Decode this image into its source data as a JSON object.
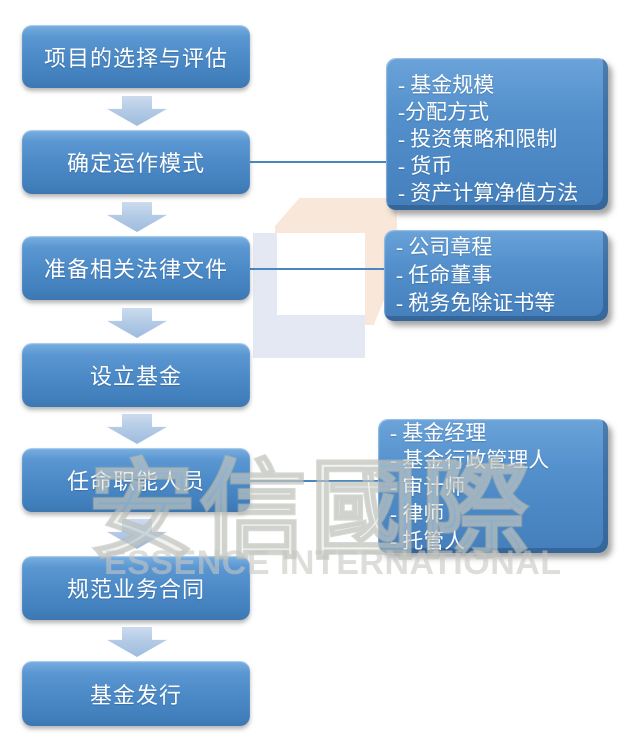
{
  "flowchart": {
    "steps": [
      {
        "label": "项目的选择与评估"
      },
      {
        "label": "确定运作模式"
      },
      {
        "label": "准备相关法律文件"
      },
      {
        "label": "设立基金"
      },
      {
        "label": "任命职能人员"
      },
      {
        "label": "规范业务合同"
      },
      {
        "label": "基金发行"
      }
    ],
    "detail_boxes": [
      {
        "connects_to_step": "确定运作模式",
        "items": [
          "- 基金规模",
          "-分配方式",
          "- 投资策略和限制",
          "- 货币",
          "- 资产计算净值方法"
        ]
      },
      {
        "connects_to_step": "准备相关法律文件",
        "items": [
          "- 公司章程",
          "- 任命董事",
          "- 税务免除证书等"
        ]
      },
      {
        "connects_to_step": "任命职能人员",
        "items": [
          "- 基金经理",
          "- 基金行政管理人",
          "- 审计师",
          "- 律师",
          "- 托管人"
        ]
      }
    ]
  },
  "watermark": {
    "cn": "安信國際",
    "en": "ESSENCE INTERNATIONAL"
  },
  "colors": {
    "node_blue_top": "#79AFE1",
    "node_blue_bottom": "#3C77B1",
    "arrow_blue": "#AFC8E4",
    "connector_blue": "#4A86C0",
    "logo_peach": "#F9E8DA",
    "logo_gray_blue": "#E3E8F2",
    "text_white": "#FFFFFF"
  }
}
